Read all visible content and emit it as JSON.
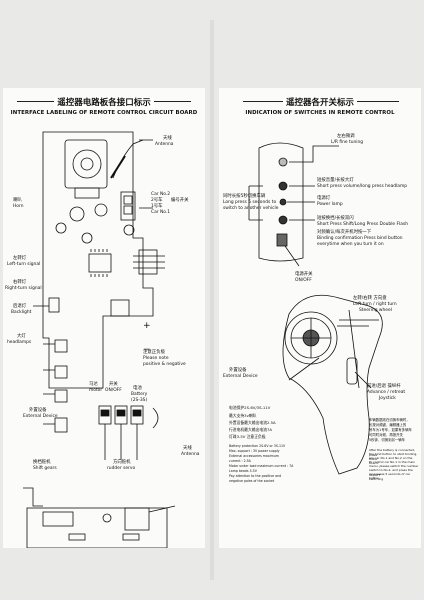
{
  "left": {
    "title": "遥控器电路板各接口标示",
    "subtitle": "INTERFACE LABELING OF REMOTE CONTROL CIRCUIT BOARD",
    "labels": {
      "antenna_cn": "天线",
      "antenna_en": "Antenna",
      "car2": "Car No.2",
      "car2_cn": "2号车",
      "car_cn": "1号车",
      "car1": "Car No.1",
      "number_switch": "编号开关",
      "horn_cn": "喇叭",
      "horn_en": "Horn",
      "left_cn": "左转灯",
      "left_en": "Left-turn signal",
      "right_cn": "右转灯",
      "right_en": "Right-turn signal",
      "back_cn": "后退灯",
      "back_en": "Backlight",
      "head_cn": "大灯",
      "head_en": "headlamps",
      "polarity_cn": "注意正负极",
      "polarity_en1": "Please note",
      "polarity_en2": "positive & negative",
      "motor_cn": "马达",
      "motor_en": "motor",
      "switch_cn": "开关",
      "switch_en": "ON/OFF",
      "battery_cn": "电池",
      "battery_en": "Battery",
      "battery_spec": "(2S-3S)",
      "ext_cn": "外置设备",
      "ext_en": "External Device",
      "antenna2_cn": "天线",
      "antenna2_en": "Antenna",
      "shift_cn": "换档舵机",
      "shift_en": "Shift gears",
      "servo_cn": "方向舵机",
      "servo_en": "rudder servo",
      "sign_plus": "+",
      "sign_minus": "−",
      "sign_x": "×"
    }
  },
  "right": {
    "title": "遥控器各开关标示",
    "subtitle": "INDICATION OF SWITCHES IN REMOTE CONTROL",
    "labels": {
      "lr_cn": "左右微调",
      "lr_en": "L/R fine tuning",
      "short_cn": "短按音量/长按大灯",
      "short_en": "Short press volume/long press headlamp",
      "power_cn": "电源灯",
      "power_en": "Power lamp",
      "flash_cn": "短按换挡/长按双闪",
      "flash_en": "Short Press Shift/Long Press Double Flash",
      "bind_cn": "对频确认/每次开机时按一下",
      "bind_en1": "Binding confirmation Press bind button",
      "bind_en2": "everytime when you turn it on",
      "long5_cn": "同时长按5秒切换车辆",
      "long5_en1": "Long press 5 seconds to",
      "long5_en2": "switch to another vehicle",
      "onoff_cn": "电源开关",
      "onoff_en": "ON/OFF",
      "steer_cn": "左转/右转 方向盘",
      "steer_en1": "Left turn / right turn",
      "steer_en2": "Steering wheel",
      "ext_cn": "外置设备",
      "ext_en": "External Device",
      "adv_cn": "前进/后退 操纵杆",
      "adv_en1": "Advance / retreat",
      "adv_en2": "Joystick",
      "spec1": "电池保护2S-6V/3S-11V",
      "spec2": "最大支持3v喇叭",
      "spec3": "外置设备最大输出电流2.5A",
      "spec4": "行进电机最大输出电流7A",
      "spec5": "灯珠3-5V    注意正负极",
      "spec_en1": "Battery protection 2S-6V  or  3S-11V",
      "spec_en2": "Max. support : 3V power supply",
      "spec_en3": "External accessories maximum",
      "spec_en4": "current : 2.5A",
      "spec_en5": "Motor under load maximum current : 7A",
      "spec_en6": "Lamp beads 3-5V",
      "spec_en7": "Pay attention to the positive and",
      "spec_en8": "negative poles of the socket",
      "note_cn1": "车辆数据线在切换车辆时，",
      "note_cn2": "长按对频键，编辑器上的",
      "note_cn3": "号车为1号车，如果有多辆车",
      "note_cn4": "可同时对频，再按开关",
      "note_cn5": "5秒钟，切换到另一辆车",
      "note_en1": "After the battery is connected, press",
      "note_en2": "the bind button to start binding, there",
      "note_en3": "are car No.1 and No.2 on the board.",
      "note_en4": "To control car No.1 in the main",
      "note_en5": "menu, please switch the number",
      "note_en6": "switch to No.2, and press the ON/OFF",
      "note_en7": "long press 5 seconds of car switching",
      "note_en8": "button"
    }
  }
}
